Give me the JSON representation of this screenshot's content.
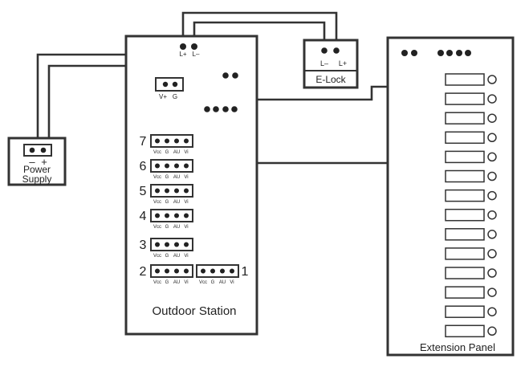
{
  "outdoor_station": {
    "title": "Outdoor Station",
    "elock_terminals": [
      "L+",
      "L–"
    ],
    "power_terminals": [
      "V+",
      "G"
    ],
    "pin_labels": [
      "Vcc",
      "G",
      "AU",
      "Vi"
    ],
    "ports": [
      {
        "number": "7"
      },
      {
        "number": "6"
      },
      {
        "number": "5"
      },
      {
        "number": "4"
      },
      {
        "number": "3"
      },
      {
        "number": "2"
      },
      {
        "number": "1"
      }
    ]
  },
  "elock": {
    "title": "E-Lock",
    "terminals": [
      "L–",
      "L+"
    ]
  },
  "power_supply": {
    "title_line1": "Power",
    "title_line2": "Supply",
    "polarity": [
      "–",
      "+"
    ]
  },
  "extension_panel": {
    "title": "Extension Panel",
    "button_count": 14
  }
}
